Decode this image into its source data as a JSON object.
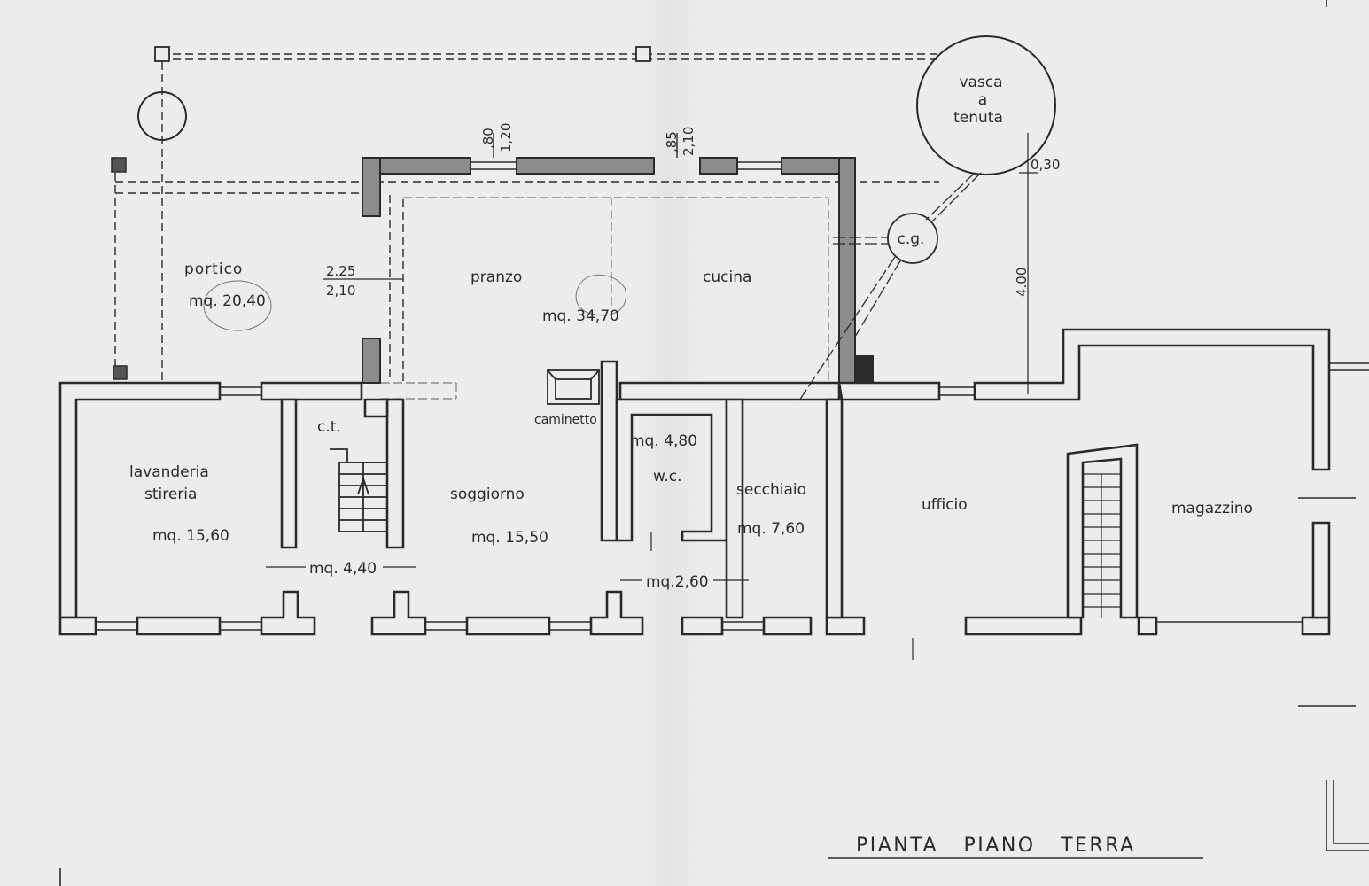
{
  "rooms": {
    "portico": "portico",
    "portico_area": "mq. 20,40",
    "pranzo": "pranzo",
    "pranzo_area": "mq. 34,70",
    "cucina": "cucina",
    "lavanderia_1": "lavanderia",
    "lavanderia_2": "stireria",
    "lavanderia_area": "mq. 15,60",
    "ct": "c.t.",
    "ct_area": "mq. 4,40",
    "soggiorno": "soggiorno",
    "soggiorno_area": "mq. 15,50",
    "caminetto": "caminetto",
    "wc_area": "mq. 4,80",
    "wc": "w.c.",
    "secchiaio": "secchiaio",
    "secchiaio_area": "mq. 7,60",
    "corridor_area": "mq.2,60",
    "ufficio": "ufficio",
    "magazzino": "magazzino"
  },
  "dimensions": {
    "d_080": ",80",
    "d_120": "1,20",
    "d_085": ",85",
    "d_210_top": "2,10",
    "d_225": "2.25",
    "d_210_side": "2,10",
    "d_030": "0,30",
    "d_400": "4.00"
  },
  "tank": {
    "line1": "vasca",
    "line2": "a",
    "line3": "tenuta",
    "cg": "c.g."
  },
  "title": "PIANTA   PIANO   TERRA",
  "colors": {
    "paper": "#ececea",
    "ink": "#2a2a2a",
    "new_wall": "#8c8c8c",
    "old_wall_fill": "#ececea"
  }
}
